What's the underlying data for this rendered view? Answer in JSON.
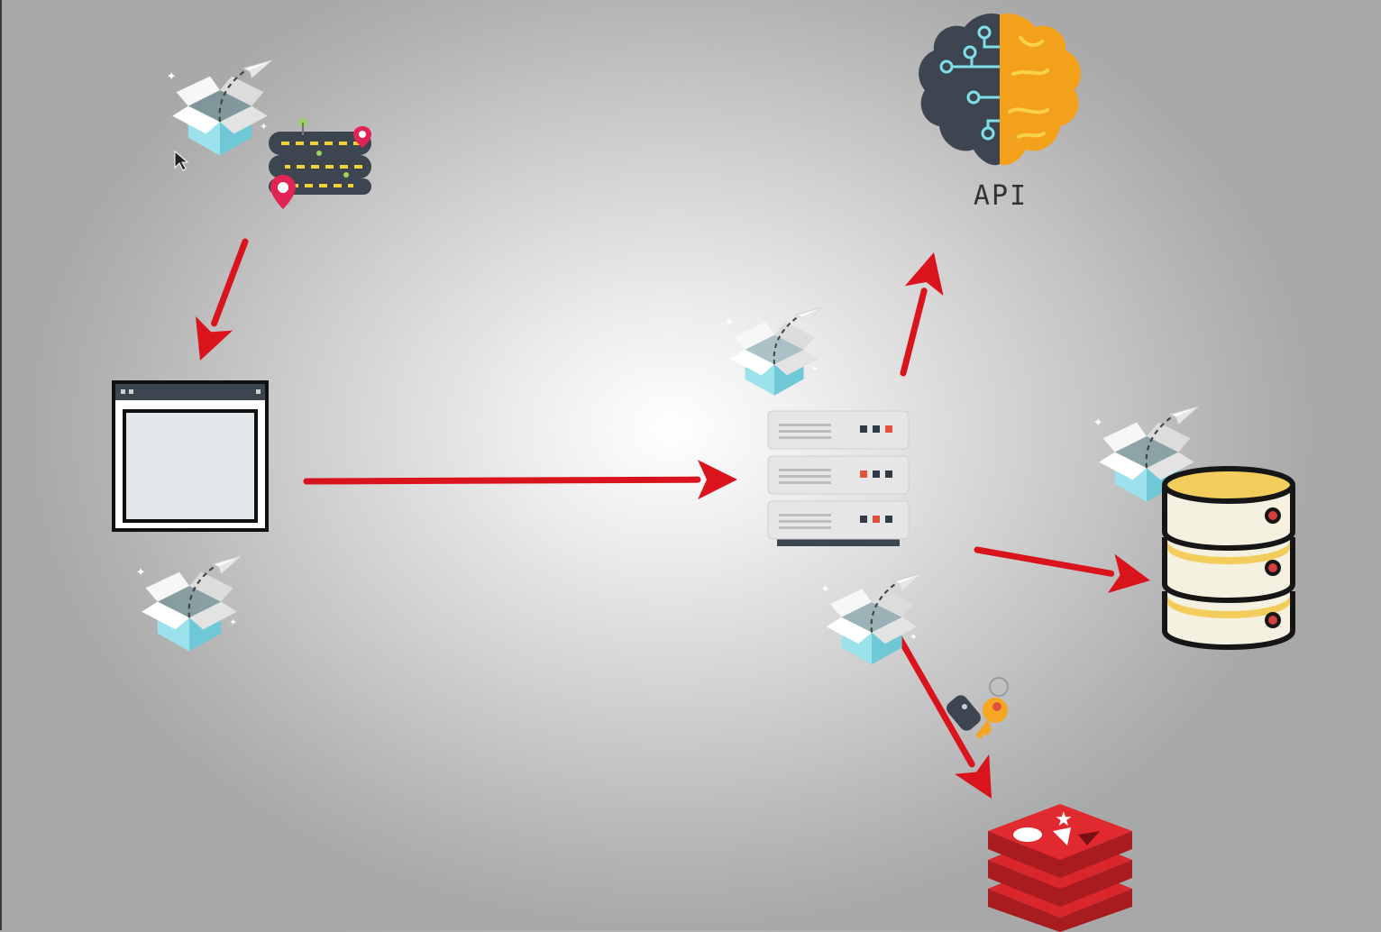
{
  "colors": {
    "arrow": "#d9141c",
    "box_white": "#f1f1f1",
    "box_teal": "#8fdbe6",
    "brain_dark": "#3d4550",
    "brain_orange": "#f3a01b",
    "db_yellow": "#f2cd5c",
    "db_cream": "#f4f1e1",
    "redis_red": "#d8262b",
    "key_orange": "#f5a623"
  },
  "nodes": {
    "api": {
      "label": "API",
      "icon": "brain-icon"
    },
    "client": {
      "icon": "browser-window-icon"
    },
    "server": {
      "icon": "server-icon"
    },
    "database": {
      "icon": "database-icon"
    },
    "cache": {
      "icon": "redis-icon"
    },
    "roadmap": {
      "icon": "roadmap-icon"
    },
    "key": {
      "icon": "key-icon"
    },
    "packages": {
      "icon": "package-box-icon"
    }
  },
  "edges": [
    {
      "from": "roadmap",
      "to": "client"
    },
    {
      "from": "client",
      "to": "server"
    },
    {
      "from": "server",
      "to": "api"
    },
    {
      "from": "server",
      "to": "database"
    },
    {
      "from": "server",
      "to": "cache"
    }
  ]
}
